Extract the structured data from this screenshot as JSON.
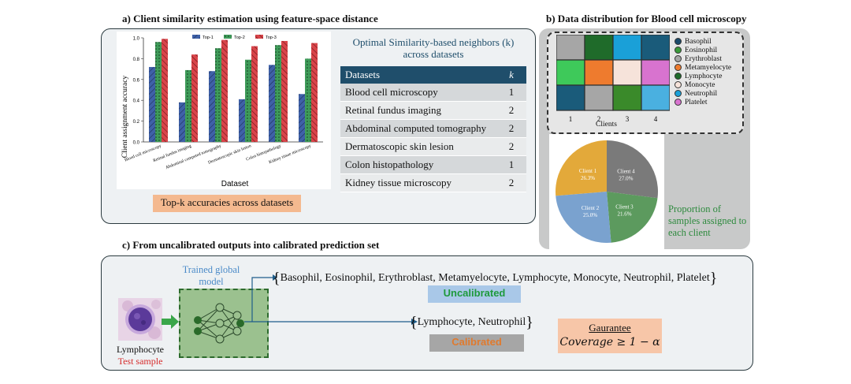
{
  "section_a": {
    "title": "a) Client similarity estimation using feature-space distance",
    "caption": "Top-k accuracies across datasets"
  },
  "section_b": {
    "title": "b) Data distribution for Blood cell microscopy",
    "grid_xlabel": "Clients",
    "grid_client_ticks": [
      "1",
      "2",
      "3",
      "4"
    ],
    "grid_colors": [
      [
        "#a6a6a6",
        "#1f6b2a",
        "#1aa0d8",
        "#1a5b7a"
      ],
      [
        "#3ec95a",
        "#ee7b2e",
        "#f6e3da",
        "#d873cf"
      ],
      [
        "#1a5b7a",
        "#a6a6a6",
        "#3a8a2a",
        "#4ab0e0"
      ]
    ],
    "legend": [
      {
        "label": "Basophil",
        "color": "#1a4a6a"
      },
      {
        "label": "Eosinophil",
        "color": "#3a9a3a"
      },
      {
        "label": "Erythroblast",
        "color": "#a6a6a6"
      },
      {
        "label": "Metamyelocyte",
        "color": "#ee7b2e"
      },
      {
        "label": "Lymphocyte",
        "color": "#1f6b2a"
      },
      {
        "label": "Monocyte",
        "color": "#f6e3da"
      },
      {
        "label": "Neutrophil",
        "color": "#1aa0d8"
      },
      {
        "label": "Platelet",
        "color": "#d873cf"
      }
    ],
    "pie_caption": "Proportion of samples assigned to each client"
  },
  "table": {
    "title_line1": "Optimal Similarity-based neighbors (k)",
    "title_line2": "across datasets",
    "header_datasets": "Datasets",
    "header_k": "k",
    "rows": [
      {
        "dataset": "Blood cell microscopy",
        "k": "1"
      },
      {
        "dataset": "Retinal fundus imaging",
        "k": "2"
      },
      {
        "dataset": "Abdominal computed tomography",
        "k": "2"
      },
      {
        "dataset": "Dermatoscopic skin lesion",
        "k": "2"
      },
      {
        "dataset": "Colon histopathology",
        "k": "1"
      },
      {
        "dataset": "Kidney tissue microscopy",
        "k": "2"
      }
    ]
  },
  "section_c": {
    "title": "c) From uncalibrated outputs into calibrated prediction set",
    "model_label": "Trained global model",
    "input_label": "Lymphocyte",
    "input_sublabel": "Test sample",
    "uncalibrated_set": "Basophil, Eosinophil, Erythroblast, Metamyelocyte, Lymphocyte, Monocyte, Neutrophil, Platelet",
    "uncalibrated_label": "Uncalibrated",
    "calibrated_set": "Lymphocyte, Neutrophil",
    "calibrated_label": "Calibrated",
    "guarantee_title": "Gaurantee",
    "guarantee_formula": "Coverage ≥ 1 − α",
    "colors": {
      "uncalibrated_text": "#1e9a3c",
      "calibrated_text": "#e07a2e",
      "model_text": "#4a8ac8"
    }
  },
  "chart_data": [
    {
      "type": "bar",
      "xlabel": "Dataset",
      "ylabel": "Client assignment accuracy",
      "ylim": [
        0,
        1.0
      ],
      "yticks": [
        "0.0",
        "0.2",
        "0.4",
        "0.6",
        "0.8",
        "1.0"
      ],
      "categories": [
        "Blood cell microscopy",
        "Retinal fundus imaging",
        "Abdominal computed tomography",
        "Dermatoscopic skin lesion",
        "Colon histopathology",
        "Kidney tissue microscopy"
      ],
      "series": [
        {
          "name": "Top-1",
          "color": "#3f61a8",
          "values": [
            0.72,
            0.38,
            0.68,
            0.41,
            0.74,
            0.46
          ]
        },
        {
          "name": "Top-2",
          "color": "#3f9c5a",
          "values": [
            0.96,
            0.69,
            0.9,
            0.79,
            0.93,
            0.8
          ]
        },
        {
          "name": "Top-3",
          "color": "#d9454a",
          "values": [
            0.99,
            0.84,
            0.98,
            0.92,
            0.97,
            0.95
          ]
        }
      ],
      "legend_position": "top"
    },
    {
      "type": "pie",
      "slices": [
        {
          "label": "Client 1",
          "value": 26.3,
          "display": "26.3%",
          "color": "#e3a93a"
        },
        {
          "label": "Client 4",
          "value": 27.0,
          "display": "27.0%",
          "color": "#7a7a7a"
        },
        {
          "label": "Client 3",
          "value": 21.6,
          "display": "21.6%",
          "color": "#5c9a5e"
        },
        {
          "label": "Client 2",
          "value": 25.0,
          "display": "25.0%",
          "color": "#7aa2cf"
        }
      ]
    }
  ]
}
